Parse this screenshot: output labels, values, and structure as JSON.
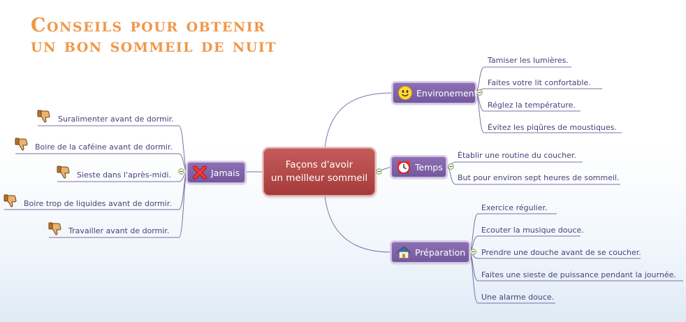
{
  "title": {
    "line1": "Conseils pour obtenir",
    "line2": "un bon sommeil de nuit"
  },
  "central": {
    "line1": "Façons d'avoir",
    "line2": "un meilleur sommeil"
  },
  "branches": {
    "environnement": {
      "label": "Environement",
      "icon": "smiley-icon",
      "items": [
        "Tamiser les lumières.",
        "Faites votre lit confortable.",
        "Réglez la température.",
        "Évitez les piqûres de moustiques."
      ]
    },
    "temps": {
      "label": "Temps",
      "icon": "alarm-clock-icon",
      "items": [
        "Établir une routine du coucher.",
        "But pour environ sept heures de sommeil."
      ]
    },
    "preparation": {
      "label": "Préparation",
      "icon": "house-icon",
      "items": [
        "Exercice régulier.",
        "Ecouter la musique douce.",
        "Prendre une douche avant de se coucher.",
        "Faites une sieste de puissance pendant la journée.",
        "Une alarme douce."
      ]
    },
    "jamais": {
      "label": "Jamais",
      "icon": "red-x-icon",
      "items": [
        "Suralimenter avant de dormir.",
        "Boire de la caféine avant de dormir.",
        "Sieste dans l'après-midi.",
        "Boire trop de liquides avant de dormir.",
        "Travailler avant de dormir."
      ]
    }
  },
  "colors": {
    "title": "#f0974a",
    "central": "#b04545",
    "branch": "#7f62a8",
    "leaf_text": "#4b3f7a",
    "connector": "#7e6fa6"
  }
}
